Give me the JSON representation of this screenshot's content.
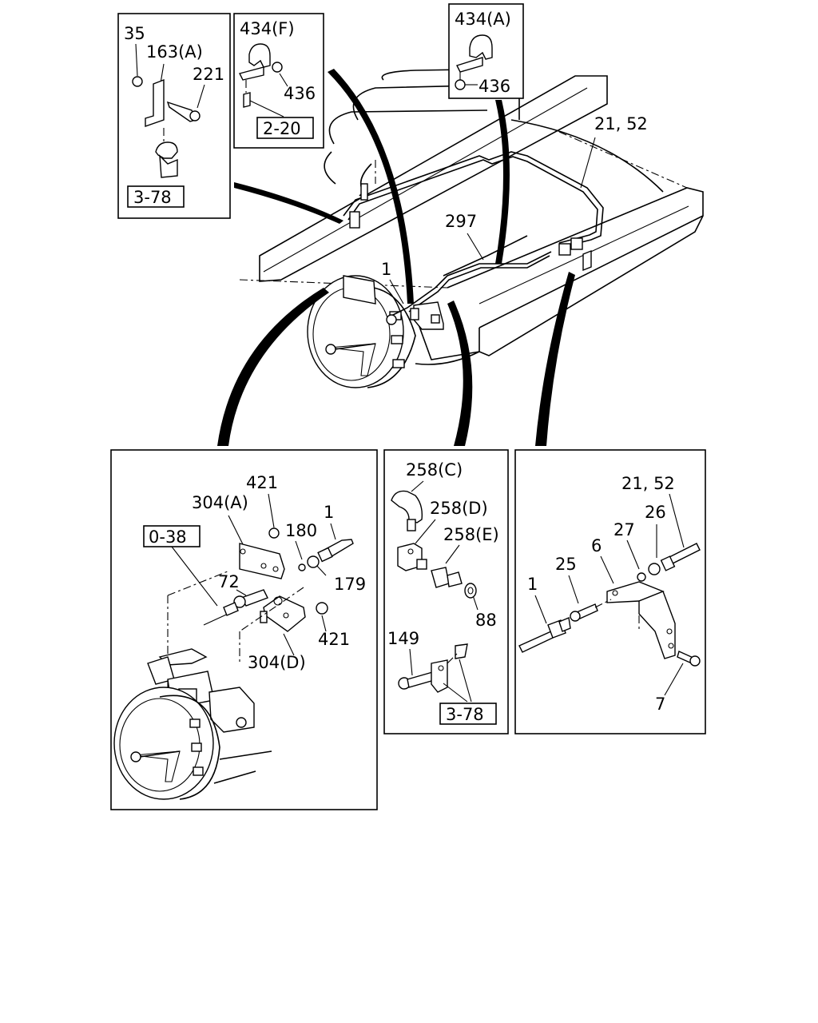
{
  "callouts": {
    "box_a": {
      "c35": "35",
      "c163a": "163(A)",
      "c221": "221",
      "ref": "3-78"
    },
    "box_b": {
      "c434f": "434(F)",
      "c436": "436",
      "ref": "2-20"
    },
    "box_c": {
      "c434a": "434(A)",
      "c436": "436"
    },
    "main": {
      "c2152": "21, 52",
      "c297": "297",
      "c1": "1"
    },
    "box_d": {
      "c421": "421",
      "c304a": "304(A)",
      "c180": "180",
      "c1": "1",
      "ref": "0-38",
      "c72": "72",
      "c179": "179",
      "c421b": "421",
      "c304d": "304(D)"
    },
    "box_e": {
      "c258c": "258(C)",
      "c258d": "258(D)",
      "c258e": "258(E)",
      "c88": "88",
      "c149": "149",
      "ref": "3-78"
    },
    "box_f": {
      "c2152": "21, 52",
      "c26": "26",
      "c27": "27",
      "c6": "6",
      "c25": "25",
      "c1": "1",
      "c7": "7"
    }
  }
}
